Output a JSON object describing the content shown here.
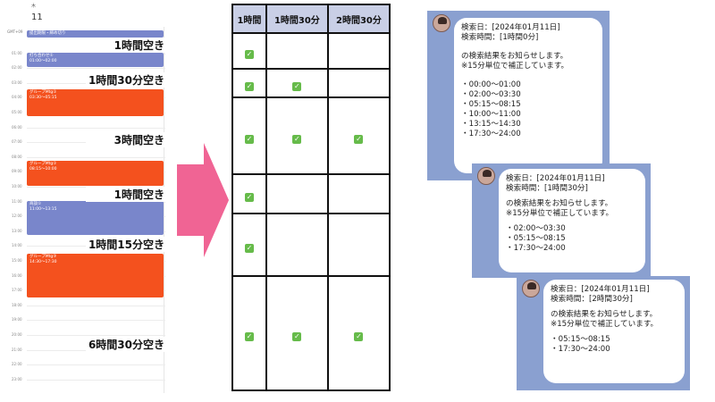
{
  "calendar": {
    "day_of_week": "木",
    "day_number": "11",
    "timezone": "GMT+09",
    "time_labels": [
      "01:00",
      "02:00",
      "03:00",
      "04:00",
      "05:00",
      "06:00",
      "07:00",
      "08:00",
      "09:00",
      "10:00",
      "11:00",
      "12:00",
      "13:00",
      "14:00",
      "15:00",
      "16:00",
      "17:00",
      "18:00",
      "19:00",
      "20:00",
      "21:00",
      "22:00",
      "23:00"
    ],
    "events": [
      {
        "title": "提出期限・締め切り",
        "time": ""
      },
      {
        "title": "打ち合わせ①",
        "time": "01:00～02:00"
      },
      {
        "title": "グループMtg①",
        "time": "03:30～05:15"
      },
      {
        "title": "グループMtg①",
        "time": "08:15～10:00"
      },
      {
        "title": "商談①",
        "time": "11:00～13:15"
      },
      {
        "title": "グループMtg③",
        "time": "14:30～17:30"
      }
    ],
    "gaps": [
      "1時間空き",
      "1時間30分空き",
      "3時間空き",
      "1時間空き",
      "1時間15分空き",
      "6時間30分空き"
    ]
  },
  "table": {
    "headers": [
      "1時間",
      "1時間30分",
      "2時間30分"
    ],
    "check": "✓",
    "rows": [
      [
        true,
        false,
        false
      ],
      [
        true,
        true,
        false
      ],
      [
        true,
        true,
        true
      ],
      [
        true,
        false,
        false
      ],
      [
        true,
        false,
        false
      ],
      [
        true,
        true,
        true
      ]
    ]
  },
  "messages": [
    {
      "line1": "検索日：[2024年01月11日]",
      "line2": "検索時間：[1時間0分]",
      "line3": "の検索結果をお知らせします。",
      "line4": "※15分単位で補正しています。",
      "slots": [
        "00:00～01:00",
        "02:00～03:30",
        "05:15～08:15",
        "10:00～11:00",
        "13:15～14:30",
        "17:30～24:00"
      ]
    },
    {
      "line1": "検索日：[2024年01月11日]",
      "line2": "検索時間：[1時間30分]",
      "line3": "の検索結果をお知らせします。",
      "line4": "※15分単位で補正しています。",
      "slots": [
        "02:00～03:30",
        "05:15～08:15",
        "17:30～24:00"
      ]
    },
    {
      "line1": "検索日：[2024年01月11日]",
      "line2": "検索時間：[2時間30分]",
      "line3": "の検索結果をお知らせします。",
      "line4": "※15分単位で補正しています。",
      "slots": [
        "05:15～08:15",
        "17:30～24:00"
      ]
    }
  ],
  "colors": {
    "event_blue": "#7986cb",
    "event_orange": "#f4511e",
    "arrow": "#f06494",
    "header": "#c9cfe6",
    "check": "#66bb4a",
    "chat_bg": "#8aa0d0"
  }
}
